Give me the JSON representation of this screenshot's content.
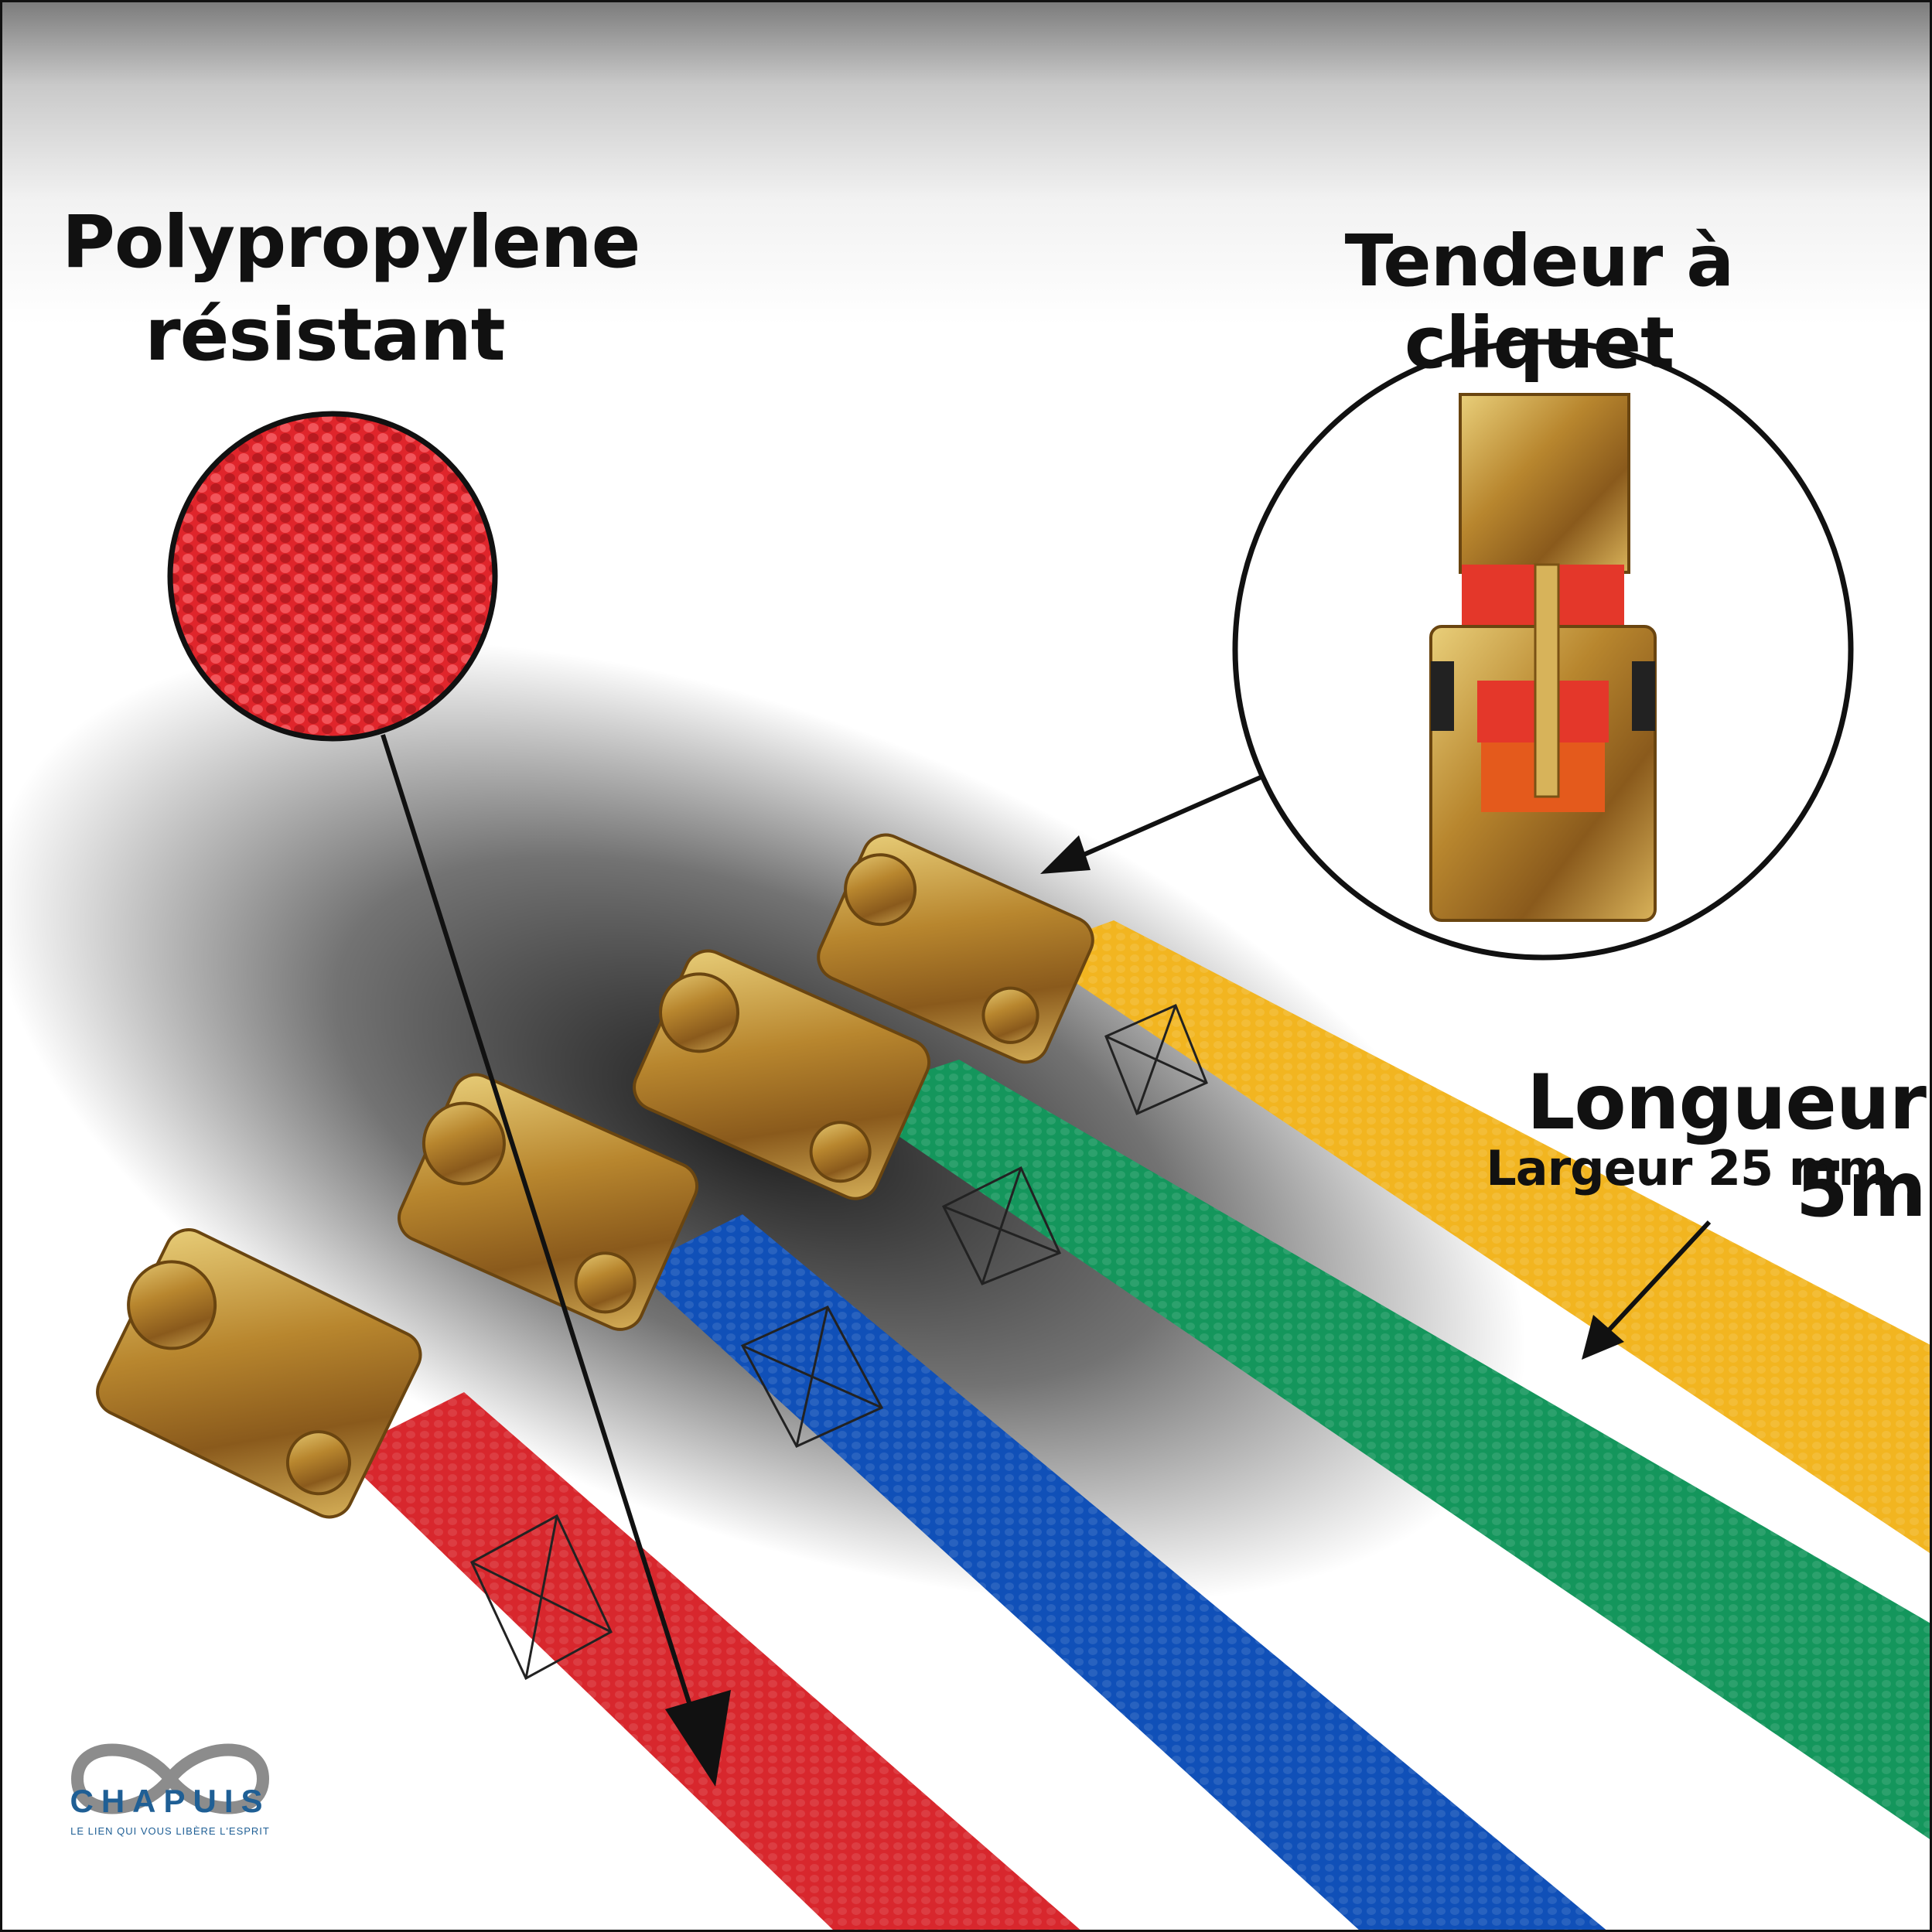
{
  "labels": {
    "material_line1": "Polypropylene",
    "material_line2": "résistant",
    "ratchet": "Tendeur à cliquet",
    "length": "Longueur 5m",
    "width": "Largeur 25 mm"
  },
  "brand": {
    "name": "CHAPUIS",
    "tagline": "LE LIEN QUI VOUS LIBÈRE L'ESPRIT"
  },
  "colors": {
    "strap_red": "#d8272d",
    "strap_blue": "#1050b8",
    "strap_green": "#14965c",
    "strap_yellow": "#f2b520",
    "buckle_gold": "#c8a23a",
    "brand_blue": "#1f5f95"
  }
}
